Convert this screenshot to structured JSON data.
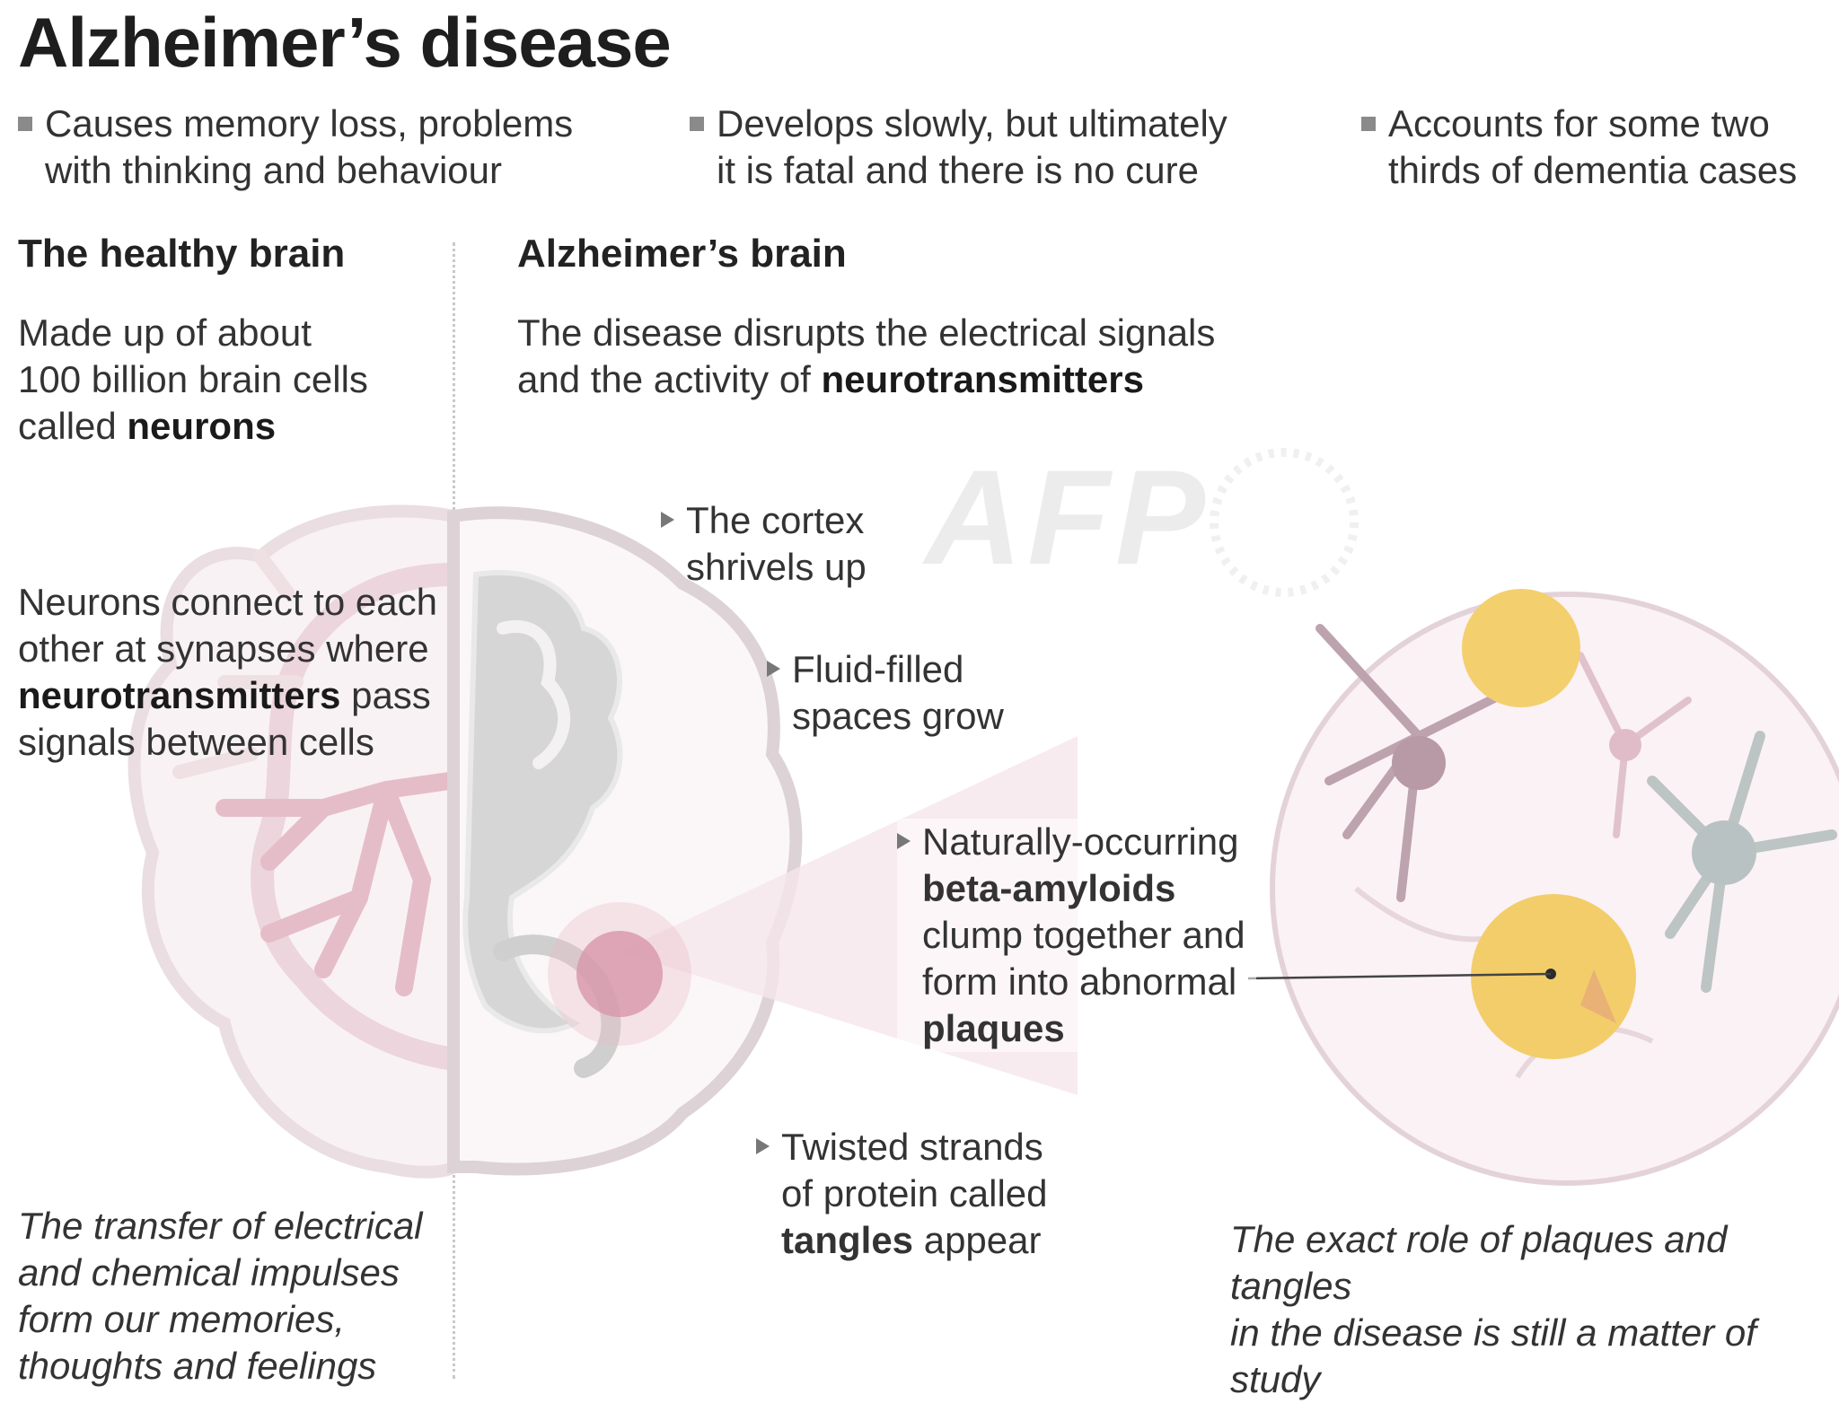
{
  "title": "Alzheimer’s disease",
  "facts": [
    {
      "line1": "Causes memory loss, problems",
      "line2": "with thinking and behaviour"
    },
    {
      "line1": "Develops slowly, but ultimately",
      "line2": "it is fatal and there is no cure"
    },
    {
      "line1": "Accounts for some two",
      "line2": "thirds of dementia cases"
    }
  ],
  "healthy": {
    "heading": "The healthy brain",
    "intro_l1": "Made up of about",
    "intro_l2": "100 billion brain cells",
    "intro_l3_pre": "called ",
    "intro_l3_bold": "neurons",
    "synapse_l1": "Neurons connect  to each",
    "synapse_l2": "other at synapses where",
    "synapse_l3_bold": "neurotransmitters",
    "synapse_l3_post": " pass",
    "synapse_l4": "signals between cells",
    "note_l1": "The transfer of electrical",
    "note_l2": "and chemical impulses",
    "note_l3": "form our memories,",
    "note_l4": "thoughts and  feelings"
  },
  "alz": {
    "heading": "Alzheimer’s brain",
    "intro_l1": "The disease disrupts the electrical signals",
    "intro_l2_pre": "and the activity of ",
    "intro_l2_bold": "neurotransmitters",
    "cortex_l1": "The cortex",
    "cortex_l2": "shrivels up",
    "fluid_l1": "Fluid-filled",
    "fluid_l2": "spaces grow",
    "beta_l1": "Naturally-occurring",
    "beta_l2_bold": "beta-amyloids",
    "beta_l3": "clump together and",
    "beta_l4": "form into abnormal",
    "beta_l5_bold": "plaques",
    "tangle_l1": "Twisted strands",
    "tangle_l2": "of protein called",
    "tangle_l3_bold": "tangles",
    "tangle_l3_post": " appear",
    "study_l1": "The exact role of plaques and tangles",
    "study_l2": "in the disease is still a matter of study"
  },
  "watermark": "AFP",
  "colors": {
    "brain_outline": "#e6dcdf",
    "neuron_pink": "#d8a9b8",
    "damaged_gray": "#cfcfcf",
    "plaque_yellow": "#f2cf6b",
    "lesion": "#c97a93",
    "zoom_circle_fill": "#fbf1f4"
  }
}
